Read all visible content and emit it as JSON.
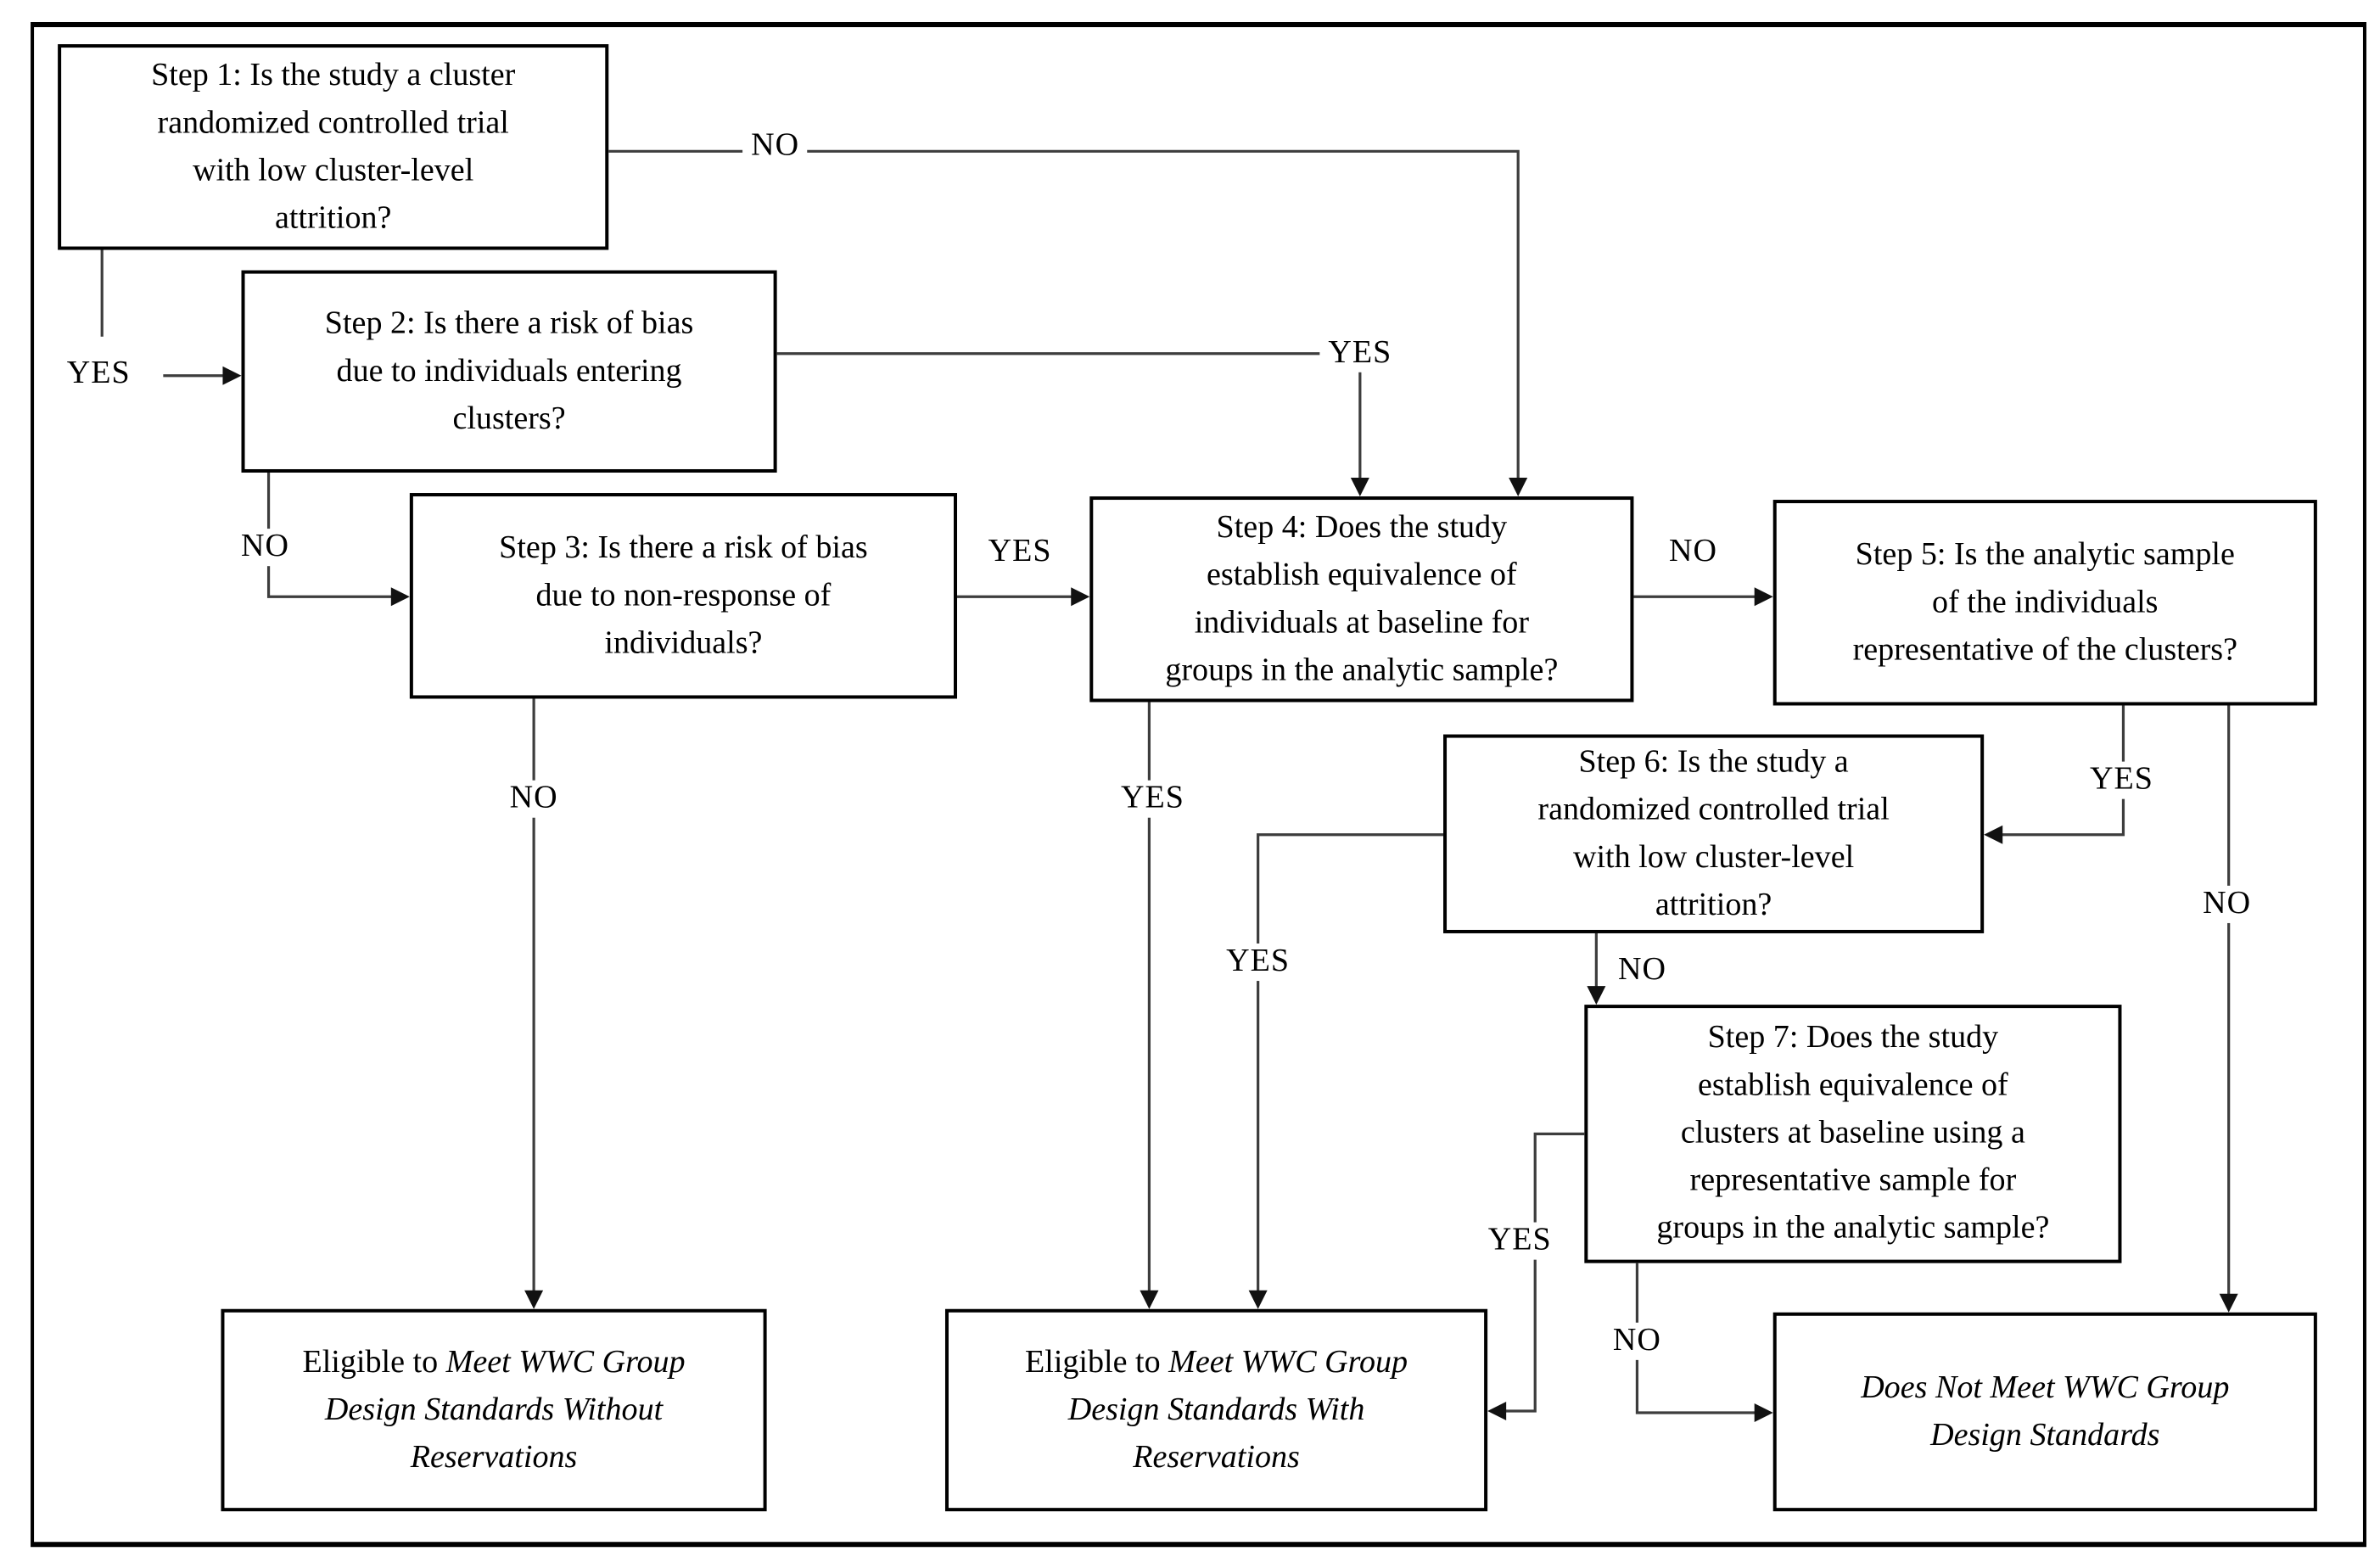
{
  "colors": {
    "background": "#ffffff",
    "line_color": "#3d3d3d",
    "box_border": "#000000",
    "text_color": "#000000"
  },
  "steps": {
    "step1": {
      "label": "Step 1: Is the study a cluster\nrandomized controlled trial\nwith low cluster-level\nattrition?"
    },
    "step2": {
      "label": "Step 2: Is there a risk of bias\ndue to individuals entering\nclusters?"
    },
    "step3": {
      "label": "Step 3: Is there a risk of bias\ndue to non-response of\nindividuals?"
    },
    "step4": {
      "label": "Step 4: Does the study\nestablish equivalence of\nindividuals at baseline for\ngroups in the analytic sample?"
    },
    "step5": {
      "label": "Step 5: Is the analytic sample\nof the individuals\nrepresentative of the clusters?"
    },
    "step6": {
      "label": "Step 6: Is the study a\nrandomized controlled trial\nwith low cluster-level\nattrition?"
    },
    "step7": {
      "label": "Step 7: Does the study\nestablish equivalence of\nclusters at baseline using a\nrepresentative sample for\ngroups in the analytic sample?"
    }
  },
  "outcomes": {
    "without_reservations": {
      "prefix": "Eligible to ",
      "emphasis": "Meet WWC Group\nDesign Standards Without\nReservations"
    },
    "with_reservations": {
      "prefix": "Eligible to ",
      "emphasis": "Meet WWC Group\nDesign Standards With\nReservations"
    },
    "does_not_meet": {
      "emphasis": "Does Not Meet WWC Group\nDesign Standards"
    }
  },
  "edge_labels": {
    "step1_yes": "YES",
    "step1_no": "NO",
    "step2_yes": "YES",
    "step2_no": "NO",
    "step3_yes": "YES",
    "step3_no": "NO",
    "step4_yes": "YES",
    "step4_no": "NO",
    "step5_yes": "YES",
    "step5_no": "NO",
    "step6_yes": "YES",
    "step6_no": "NO",
    "step7_yes": "YES",
    "step7_no": "NO"
  }
}
